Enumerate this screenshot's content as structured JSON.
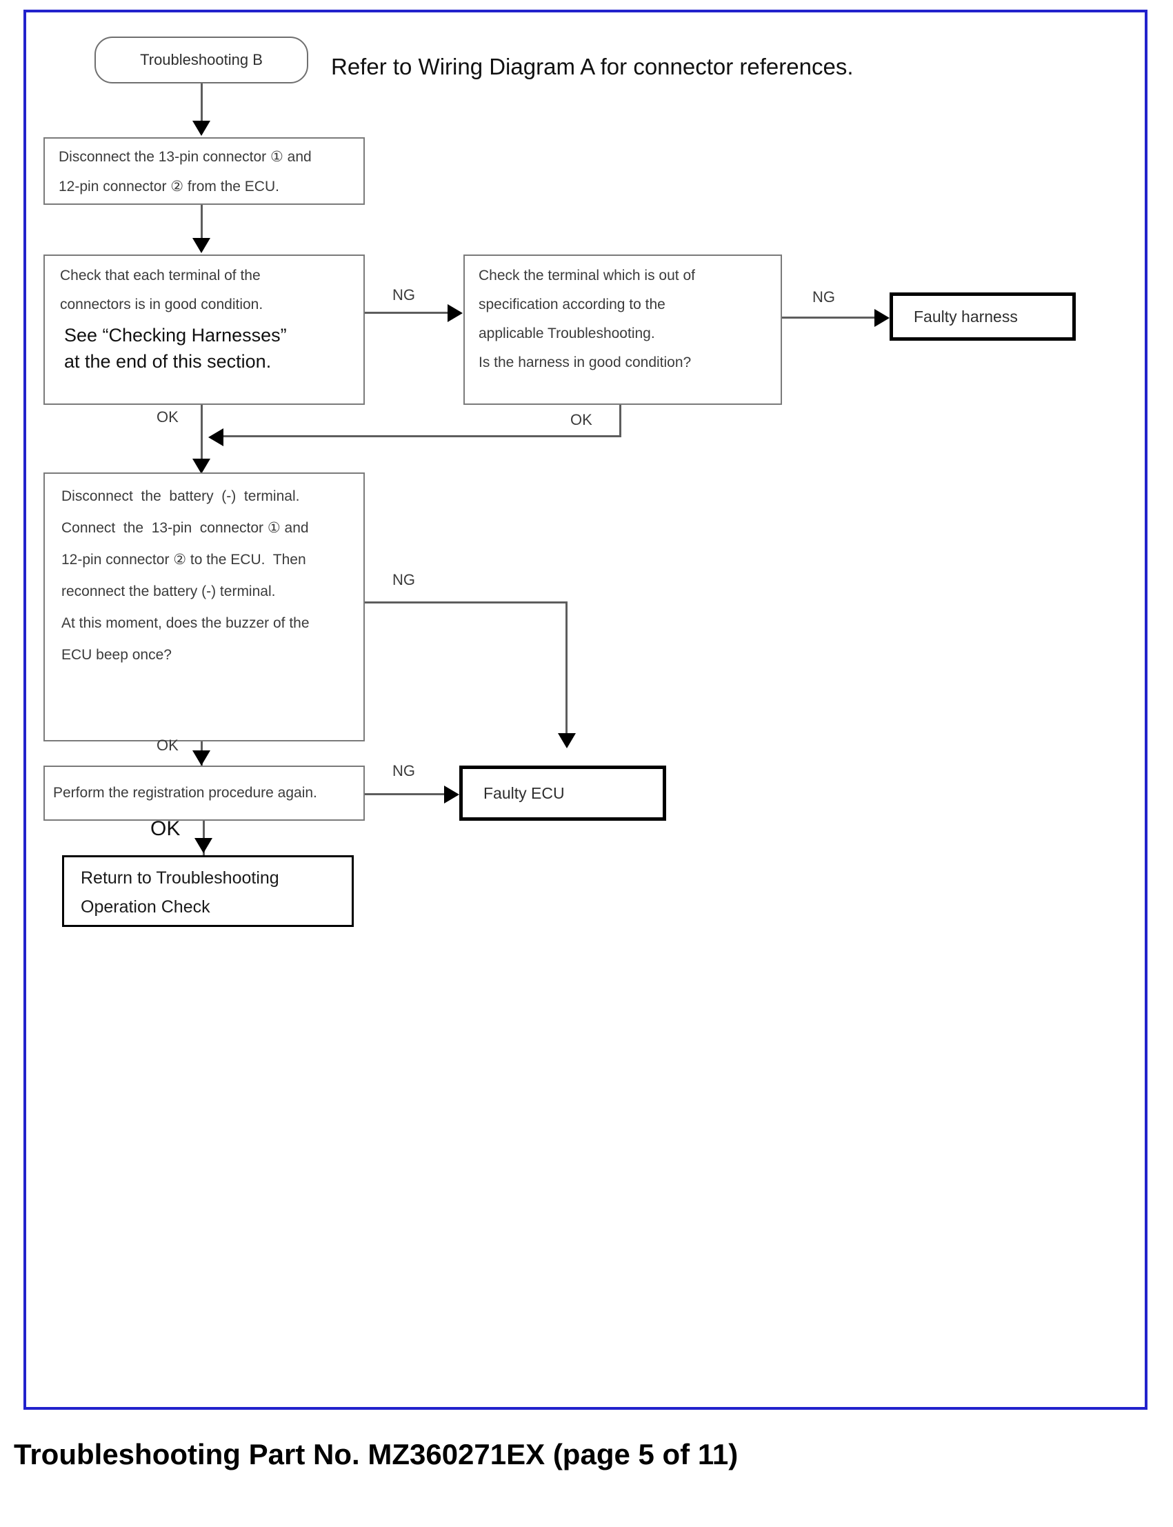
{
  "page": {
    "border_color": "#2222cc",
    "header_note": "Refer to Wiring Diagram A for connector references.",
    "footer": "Troubleshooting Part No. MZ360271EX (page 5 of 11)"
  },
  "nodes": {
    "start": {
      "label": "Troubleshooting B"
    },
    "disconnect": {
      "line1": "Disconnect the 13-pin connector ① and",
      "line2": "12-pin connector ② from the ECU."
    },
    "check_terminals": {
      "line1": "Check that each terminal of the",
      "line2": "connectors is in good condition.",
      "line3": "See “Checking Harnesses”",
      "line4": "at the end of this section."
    },
    "check_spec": {
      "line1": "Check the terminal which is out of",
      "line2": "specification according to the",
      "line3": "applicable Troubleshooting.",
      "line4": "Is the harness in good condition?"
    },
    "faulty_harness": {
      "label": "Faulty harness"
    },
    "reconnect": {
      "line1": "Disconnect  the  battery  (-)  terminal.",
      "line2": "Connect  the  13-pin  connector ① and",
      "line3": "12-pin connector ② to the ECU.  Then",
      "line4": "reconnect the battery (-) terminal.",
      "line5": "At this moment, does the buzzer of the",
      "line6": "ECU beep once?"
    },
    "registration": {
      "label": "Perform the registration procedure again."
    },
    "faulty_ecu": {
      "label": "Faulty ECU"
    },
    "return_box": {
      "line1": "Return to Troubleshooting",
      "line2": "Operation Check"
    }
  },
  "edges": {
    "ng1": "NG",
    "ng2": "NG",
    "ng3": "NG",
    "ng4": "NG",
    "ok1": "OK",
    "ok2": "OK",
    "ok3": "OK",
    "ok4": "OK"
  }
}
